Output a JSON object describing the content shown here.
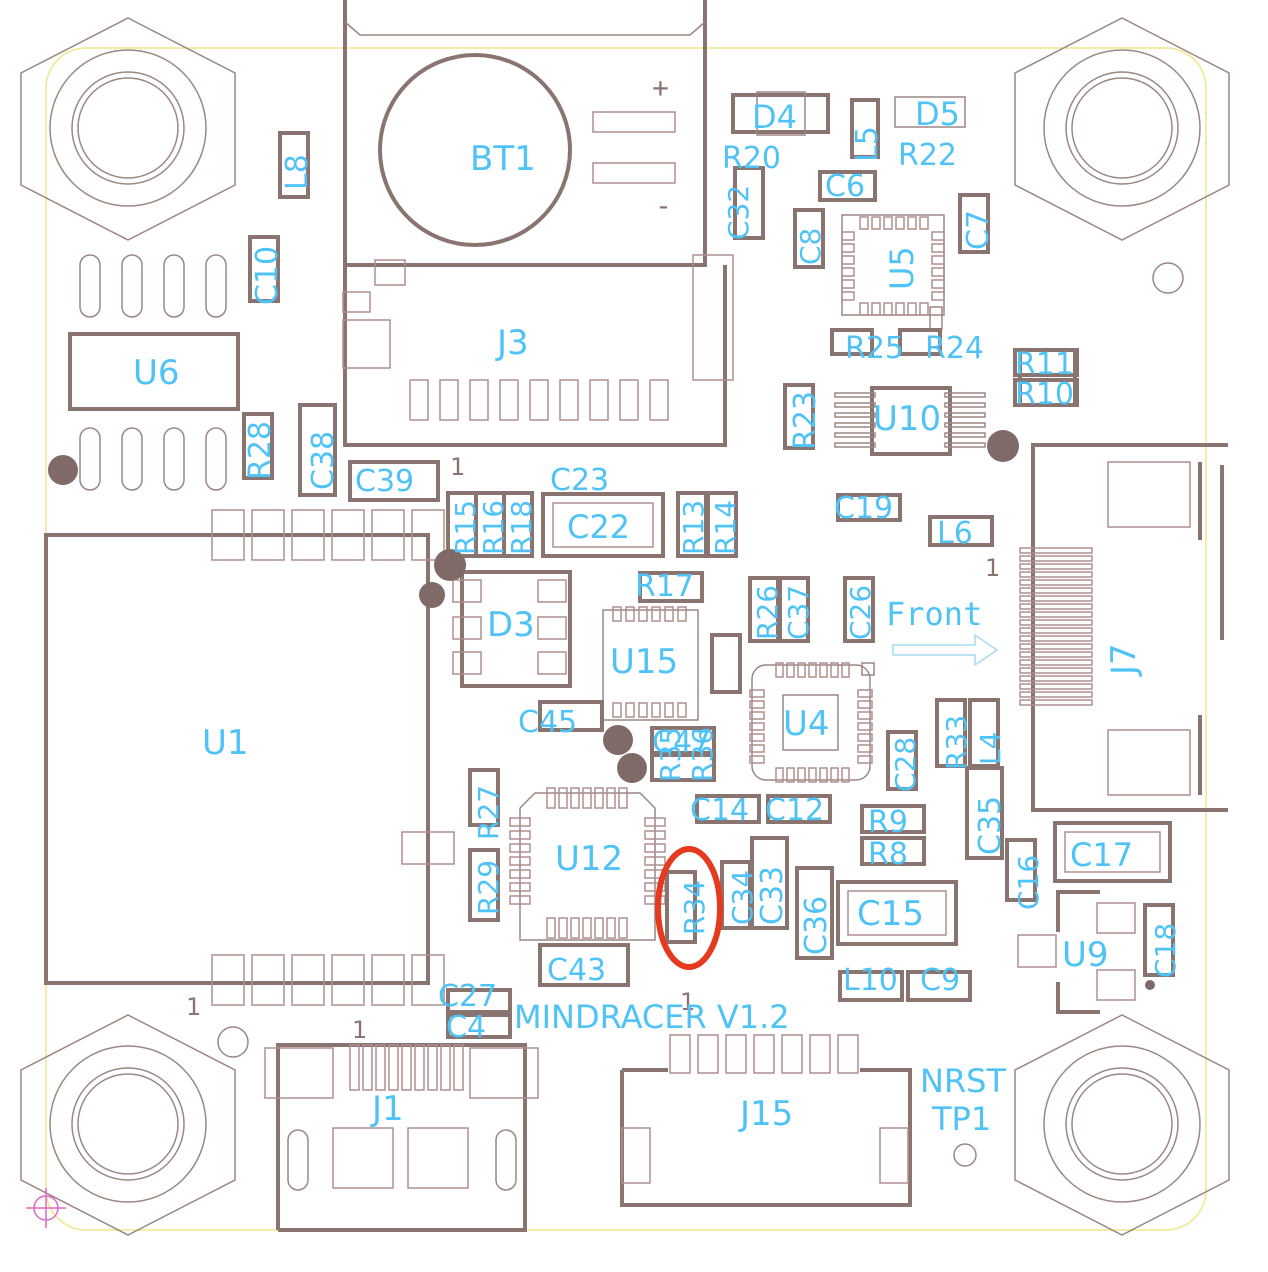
{
  "board": {
    "name": "MINDRACER V1.2",
    "front_label": "Front",
    "nrst_label": "NRST",
    "tp_label": "TP1",
    "pin1_marker": "1"
  },
  "components": {
    "BT1": "BT1",
    "J3": "J3",
    "J1": "J1",
    "J15": "J15",
    "J7": "J7",
    "U1": "U1",
    "U4": "U4",
    "U5": "U5",
    "U6": "U6",
    "U9": "U9",
    "U10": "U10",
    "U12": "U12",
    "U15": "U15",
    "D3": "D3",
    "D4": "D4",
    "D5": "D5",
    "L4": "L4",
    "L5": "L5",
    "L6": "L6",
    "L8": "L8",
    "L10": "L10",
    "C4": "C4",
    "C6": "C6",
    "C7": "C7",
    "C8": "C8",
    "C9": "C9",
    "C10": "C10",
    "C12": "C12",
    "C14": "C14",
    "C15": "C15",
    "C16": "C16",
    "C17": "C17",
    "C18": "C18",
    "C19": "C19",
    "C22": "C22",
    "C23": "C23",
    "C26": "C26",
    "C27": "C27",
    "C28": "C28",
    "C32": "C32",
    "C33": "C33",
    "C34": "C34",
    "C35": "C35",
    "C36": "C36",
    "C37": "C37",
    "C38": "C38",
    "C39": "C39",
    "C43": "C43",
    "C45": "C45",
    "C47": "C47",
    "R8": "R8",
    "R9": "R9",
    "R10": "R10",
    "R11": "R11",
    "R13": "R13",
    "R14": "R14",
    "R15": "R15",
    "R16": "R16",
    "R17": "R17",
    "R18": "R18",
    "R20": "R20",
    "R22": "R22",
    "R23": "R23",
    "R24": "R24",
    "R25": "R25",
    "R26": "R26",
    "R27": "R27",
    "R28": "R28",
    "R29": "R29",
    "R33": "R33",
    "R34": "R34",
    "R35": "R35",
    "R36": "R36"
  },
  "battery_marks": {
    "plus": "+",
    "minus": "-"
  },
  "highlight": {
    "target": "R34",
    "color": "#e53a1f"
  },
  "colors": {
    "label": "#4fc3f7",
    "silkscreen": "#8a7470",
    "board_outline": "#f0e68c"
  }
}
